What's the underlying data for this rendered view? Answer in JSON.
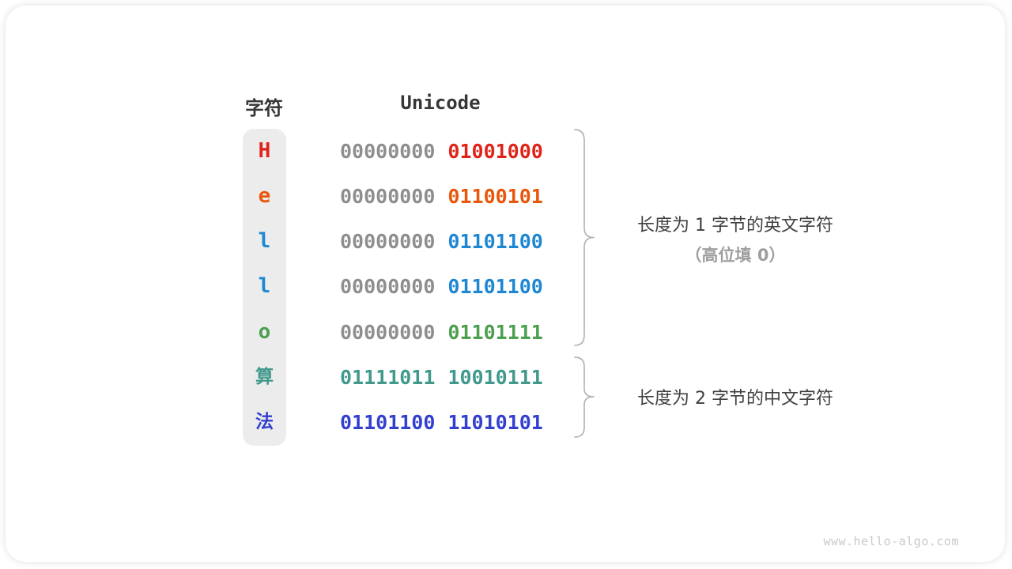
{
  "table": {
    "char_header": "字符",
    "code_header": "Unicode",
    "rows": [
      {
        "char": "H",
        "byte1": "00000000",
        "byte2": "01001000",
        "color": "#e02318",
        "byte1_gray": true
      },
      {
        "char": "e",
        "byte1": "00000000",
        "byte2": "01100101",
        "color": "#e8570a",
        "byte1_gray": true
      },
      {
        "char": "l",
        "byte1": "00000000",
        "byte2": "01101100",
        "color": "#1e87d3",
        "byte1_gray": true
      },
      {
        "char": "l",
        "byte1": "00000000",
        "byte2": "01101100",
        "color": "#1e87d3",
        "byte1_gray": true
      },
      {
        "char": "o",
        "byte1": "00000000",
        "byte2": "01101111",
        "color": "#4b9f4f",
        "byte1_gray": true
      },
      {
        "char": "算",
        "byte1": "01111011",
        "byte2": "10010111",
        "color": "#40998b",
        "byte1_gray": false
      },
      {
        "char": "法",
        "byte1": "01101100",
        "byte2": "11010101",
        "color": "#3340cf",
        "byte1_gray": false
      }
    ]
  },
  "annotations": {
    "group1_line1": "长度为 1 字节的英文字符",
    "group1_line2": "（高位填 0）",
    "group2_line1": "长度为 2 字节的中文字符"
  },
  "watermark": "www.hello-algo.com",
  "colors": {
    "zero_padding_gray": "#8e8e8e",
    "header_text": "#373737",
    "char_column_bg": "#ececec",
    "annotation_primary": "#404040",
    "annotation_secondary": "#9e9e9e",
    "brace": "#b6b6b6",
    "watermark": "#c9c9c9"
  }
}
